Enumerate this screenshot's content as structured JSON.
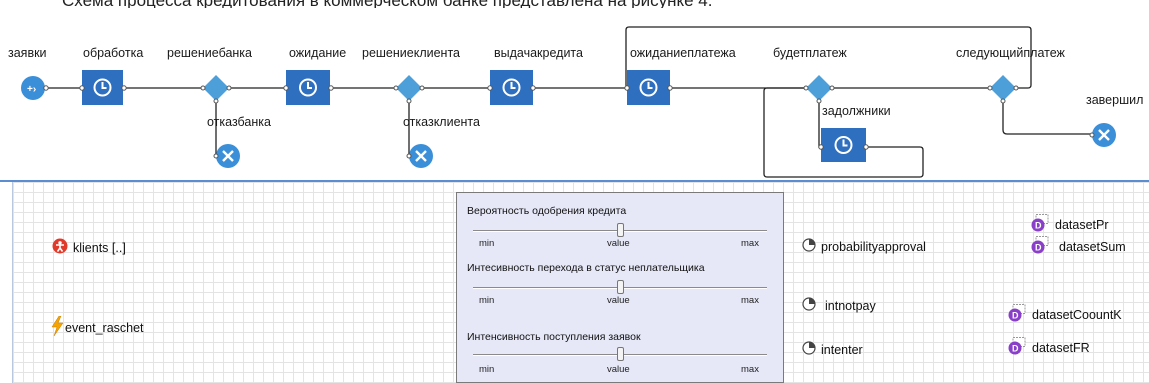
{
  "caption": "Схема процесса кредитования в коммерческом банке представлена на рисунке 4.",
  "flow": {
    "source": "заявки",
    "processing": "обработка",
    "bank_decision": "решениебанка",
    "waiting": "ожидание",
    "client_decision": "решениеклиента",
    "credit_issue": "выдачакредита",
    "payment_wait": "ожиданиеплатежа",
    "will_pay": "будетплатеж",
    "next_payment": "следующийплатеж",
    "bank_refusal": "отказбанка",
    "client_refusal": "отказклиента",
    "debtors": "задолжники",
    "completed": "завершил"
  },
  "panel": {
    "slider1_title": "Вероятность одобрения кредита",
    "slider2_title": "Интесивность перехода в статус неплательщика",
    "slider3_title": "Интенсивность поступления заявок",
    "min_label": "min",
    "value_label": "value",
    "max_label": "max",
    "slider1_position": 0.5,
    "slider2_position": 0.5,
    "slider3_position": 0.5
  },
  "agents": {
    "klients": "klients [..]",
    "event": "event_raschet"
  },
  "parameters": {
    "p1": "probabilityapproval",
    "p2": "intnotpay",
    "p3": "intenter"
  },
  "datasets": {
    "d1": "datasetPr",
    "d2": "datasetSum",
    "d3": "datasetCoountK",
    "d4": "datasetFR"
  },
  "colors": {
    "block_blue": "#2e6fbf",
    "circle_blue": "#3a8fd8",
    "diamond_blue": "#4c9fd9",
    "dataset_purple": "#8a3fc8",
    "agent_red": "#e23a2a",
    "event_orange": "#f5a400",
    "divider": "#5a8ed0"
  }
}
